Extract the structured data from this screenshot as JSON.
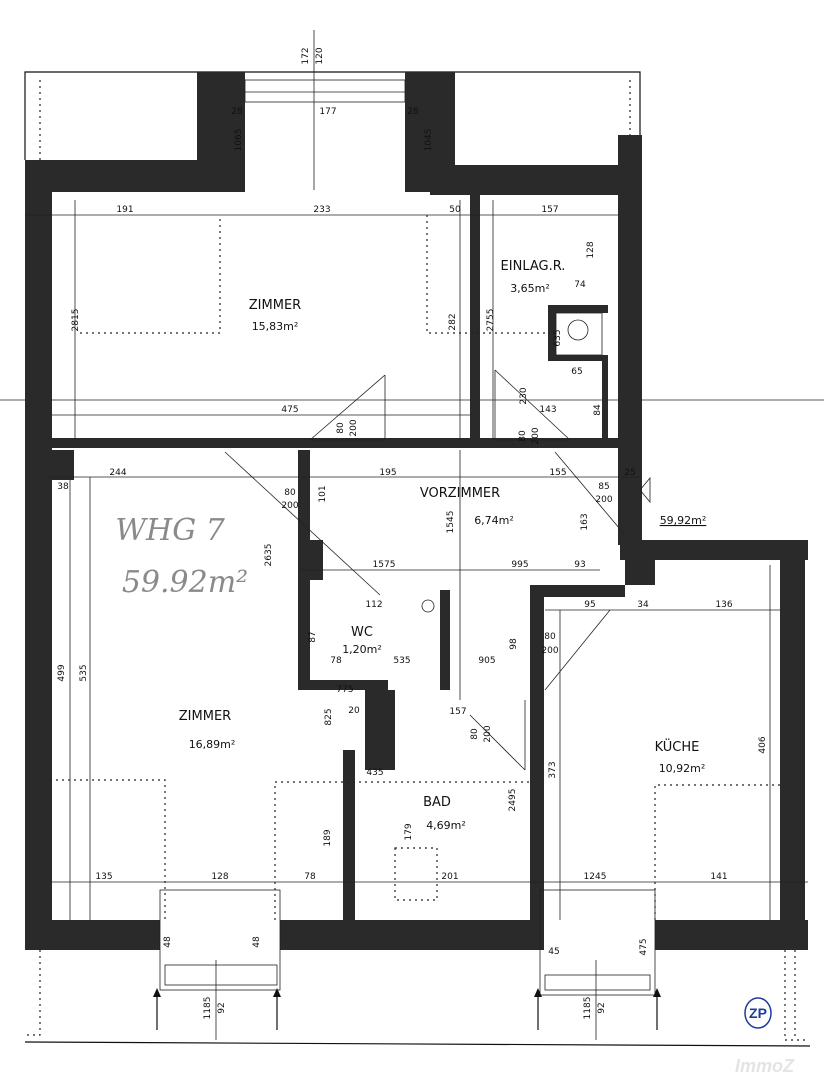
{
  "rooms": {
    "zimmer1": {
      "name": "ZIMMER",
      "area": "15,83m²"
    },
    "einlag": {
      "name": "EINLAG.R.",
      "area": "3,65m²"
    },
    "vorzimmer": {
      "name": "VORZIMMER",
      "area": "6,74m²"
    },
    "wc": {
      "name": "WC",
      "area": "1,20m²"
    },
    "zimmer2": {
      "name": "ZIMMER",
      "area": "16,89m²"
    },
    "kueche": {
      "name": "KÜCHE",
      "area": "10,92m²"
    },
    "bad": {
      "name": "BAD",
      "area": "4,69m²"
    }
  },
  "total_area": "59,92m²",
  "handwritten": {
    "unit": "WHG 7",
    "area": "59.92m²"
  },
  "dims": [
    "172",
    "120",
    "28",
    "177",
    "28",
    "1065",
    "1045",
    "191",
    "233",
    "50",
    "157",
    "128",
    "74",
    "2815",
    "282",
    "2755",
    "635",
    "65",
    "475",
    "230",
    "143",
    "84",
    "80",
    "200",
    "80",
    "200",
    "244",
    "195",
    "155",
    "25",
    "38",
    "80",
    "200",
    "101",
    "85",
    "200",
    "1545",
    "163",
    "2635",
    "1575",
    "995",
    "93",
    "112",
    "95",
    "34",
    "136",
    "87",
    "78",
    "535",
    "905",
    "98",
    "80",
    "200",
    "499",
    "535",
    "775",
    "825",
    "20",
    "157",
    "80",
    "200",
    "373",
    "406",
    "2495",
    "435",
    "179",
    "189",
    "135",
    "128",
    "78",
    "201",
    "1245",
    "141",
    "48",
    "48",
    "45",
    "475",
    "1185",
    "92",
    "1185",
    "92"
  ],
  "logo": "ZP",
  "watermark": "ImmoZ",
  "colors": {
    "wall": "#2a2a2a",
    "logo": "#1d3f9a",
    "handwriting": "#8a8a8a"
  }
}
